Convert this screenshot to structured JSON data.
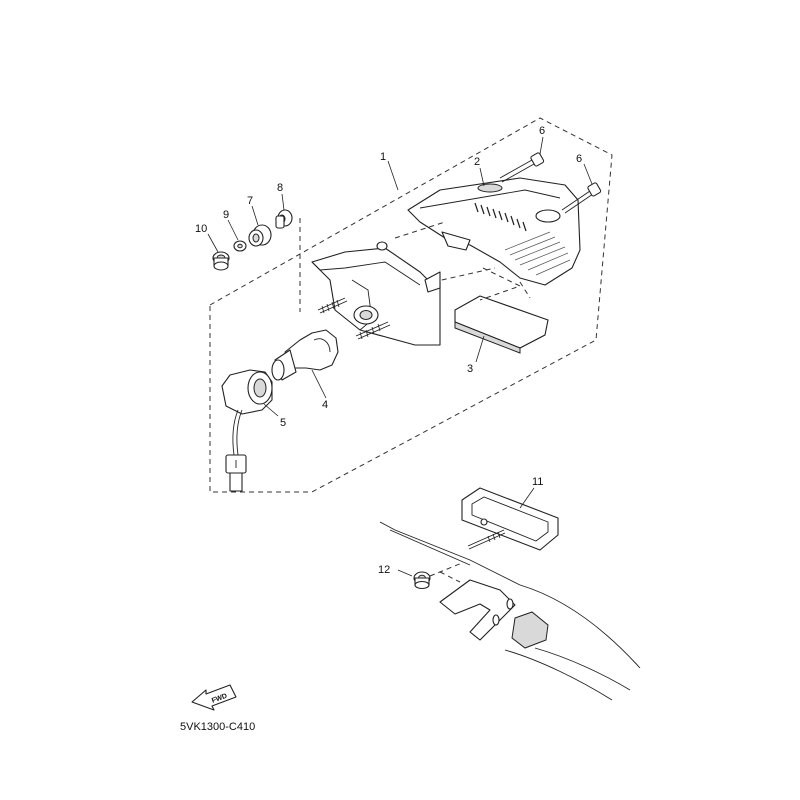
{
  "callouts": {
    "c1": "1",
    "c2": "2",
    "c3": "3",
    "c4": "4",
    "c5": "5",
    "c6a": "6",
    "c6b": "6",
    "c7": "7",
    "c8": "8",
    "c9": "9",
    "c10": "10",
    "c11": "11",
    "c12": "12"
  },
  "direction_label": "FWD",
  "diagram_code": "5VK1300-C410"
}
